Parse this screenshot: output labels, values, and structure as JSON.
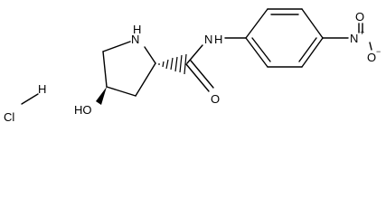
{
  "structure": {
    "atoms": {
      "ring_nh": "N",
      "ring_h": "H",
      "amide_n": "N",
      "amide_h": "H",
      "amide_o": "O",
      "hydroxyl": "HO",
      "nitro_n": "N",
      "nitro_n_charge": "+",
      "nitro_o_top": "O",
      "nitro_o_right": "O",
      "nitro_o_charge": "−",
      "chloride": "Cl",
      "hydrogen": "H"
    },
    "colors": {
      "bond": "#000000",
      "text": "#000000",
      "background": "#ffffff"
    }
  }
}
